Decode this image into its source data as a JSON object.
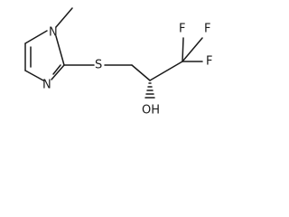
{
  "molecule": {
    "atoms": {
      "methyl_n": "N",
      "ring_n": "N",
      "sulfur": "S",
      "f_top_left": "F",
      "f_top_right": "F",
      "f_right": "F",
      "hydroxyl": "OH"
    }
  }
}
